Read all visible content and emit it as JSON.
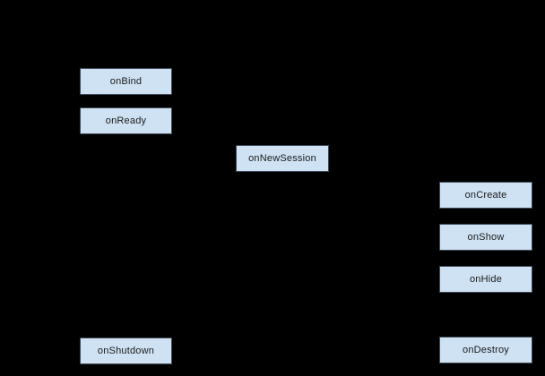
{
  "diagram": {
    "type": "lifecycle-flow-diagram",
    "background_color": "#000000",
    "node_fill_color": "#cfe2f3",
    "node_border_color": "#3f4a57",
    "node_text_color": "#1a1a1a",
    "nodes": [
      {
        "id": "onBind",
        "label": "onBind"
      },
      {
        "id": "onReady",
        "label": "onReady"
      },
      {
        "id": "onNewSession",
        "label": "onNewSession"
      },
      {
        "id": "onCreate",
        "label": "onCreate"
      },
      {
        "id": "onShow",
        "label": "onShow"
      },
      {
        "id": "onHide",
        "label": "onHide"
      },
      {
        "id": "onDestroy",
        "label": "onDestroy"
      },
      {
        "id": "onShutdown",
        "label": "onShutdown"
      }
    ]
  }
}
